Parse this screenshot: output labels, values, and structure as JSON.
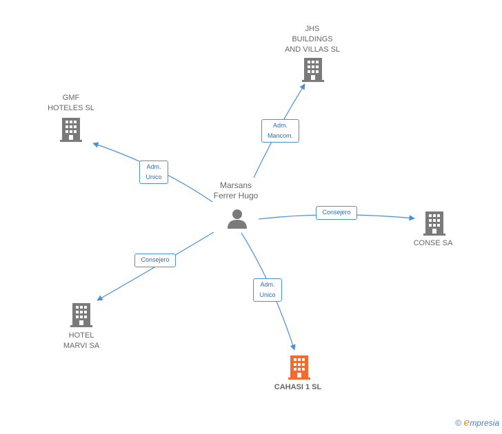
{
  "center": {
    "label": "Marsans\nFerrer Hugo",
    "icon": "person-icon"
  },
  "companies": {
    "jhs": {
      "label": "JHS\nBUILDINGS\nAND VILLAS  SL",
      "icon": "building-icon"
    },
    "gmf": {
      "label": "GMF\nHOTELES  SL",
      "icon": "building-icon"
    },
    "conse": {
      "label": "CONSE SA",
      "icon": "building-icon"
    },
    "marvi": {
      "label": "HOTEL\nMARVI SA",
      "icon": "building-icon"
    },
    "cahasi": {
      "label": "CAHASI 1  SL",
      "icon": "building-icon",
      "highlighted": true
    }
  },
  "relations": {
    "jhs": "Adm.\nMancom.",
    "gmf": "Adm.\nUnico",
    "conse": "Consejero",
    "marvi": "Consejero",
    "cahasi": "Adm.\nUnico"
  },
  "colors": {
    "edge": "#4a90d9",
    "building": "#7a7a7a",
    "building_highlight": "#f26a2e",
    "person": "#7a7a7a"
  },
  "footer": {
    "copyright": "©",
    "brand_initial": "e",
    "brand_rest": "mpresia"
  }
}
